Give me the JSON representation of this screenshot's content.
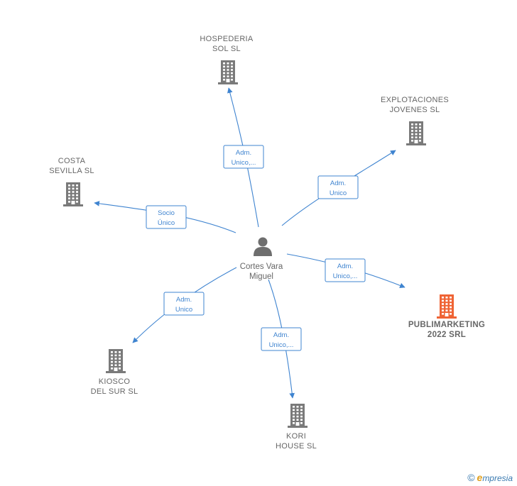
{
  "center": {
    "name_line1": "Cortes Vara",
    "name_line2": "Miguel",
    "icon": "person-icon"
  },
  "companies": [
    {
      "id": "hospederia",
      "line1": "HOSPEDERIA",
      "line2": "SOL  SL",
      "color": "#7a7a7a",
      "highlight": false
    },
    {
      "id": "explotaciones",
      "line1": "EXPLOTACIONES",
      "line2": "JOVENES  SL",
      "color": "#7a7a7a",
      "highlight": false
    },
    {
      "id": "costa",
      "line1": "COSTA",
      "line2": "SEVILLA SL",
      "color": "#7a7a7a",
      "highlight": false
    },
    {
      "id": "publimarketing",
      "line1": "PUBLIMARKETING",
      "line2": "2022 SRL",
      "color": "#ef6435",
      "highlight": true
    },
    {
      "id": "kiosco",
      "line1": "KIOSCO",
      "line2": "DEL SUR  SL",
      "color": "#7a7a7a",
      "highlight": false
    },
    {
      "id": "kori",
      "line1": "KORI",
      "line2": "HOUSE  SL",
      "color": "#7a7a7a",
      "highlight": false
    }
  ],
  "relations": [
    {
      "target": "hospederia",
      "line1": "Adm.",
      "line2": "Unico,..."
    },
    {
      "target": "explotaciones",
      "line1": "Adm.",
      "line2": "Unico"
    },
    {
      "target": "costa",
      "line1": "Socio",
      "line2": "Único"
    },
    {
      "target": "publimarketing",
      "line1": "Adm.",
      "line2": "Unico,..."
    },
    {
      "target": "kiosco",
      "line1": "Adm.",
      "line2": "Unico"
    },
    {
      "target": "kori",
      "line1": "Adm.",
      "line2": "Unico,..."
    }
  ],
  "footer": {
    "copyright": "©",
    "brand_initial": "e",
    "brand_rest": "mpresia"
  },
  "colors": {
    "edge": "#3f84d0",
    "building": "#7a7a7a",
    "highlight": "#ef6435",
    "person": "#6e6e6e"
  }
}
